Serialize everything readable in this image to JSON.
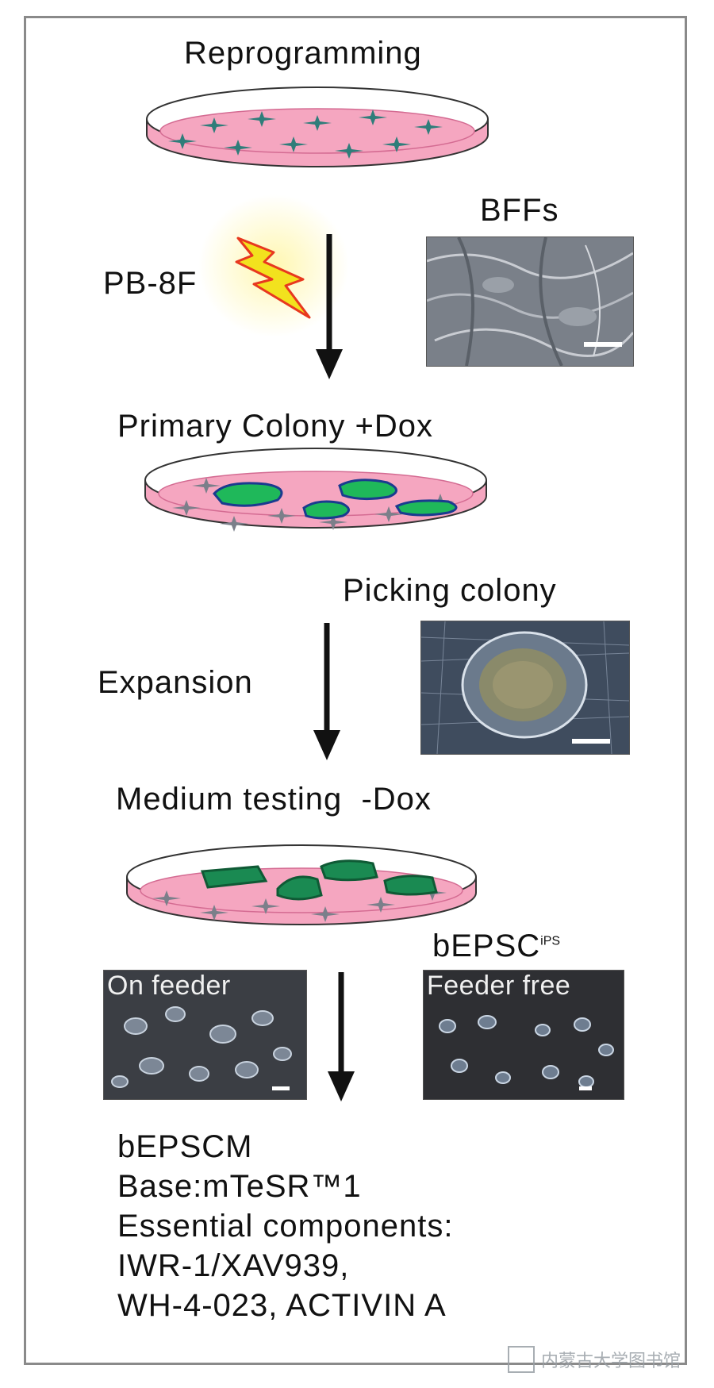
{
  "steps": {
    "reprogramming": "Reprogramming",
    "pb8f": "PB-8F",
    "bffs": "BFFs",
    "primary_colony": "Primary Colony +Dox",
    "picking_colony": "Picking colony",
    "expansion": "Expansion",
    "medium_testing": "Medium testing  -Dox",
    "bepsc_base": "bEPSC",
    "bepsc_sup": "iPS",
    "on_feeder": "On feeder",
    "feeder_free": "Feeder free"
  },
  "medium": {
    "name": "bEPSCM",
    "base": "Base:mTeSR™1",
    "components_title": "Essential components:",
    "components_line1": "IWR-1/XAV939,",
    "components_line2": "WH-4-023, ACTIVIN A"
  },
  "watermark": {
    "text": "内蒙古大学图书馆"
  },
  "colors": {
    "dish_pink": "#f5a6c0",
    "cell_teal": "#2f7d7a",
    "cell_gray": "#7b7f8a",
    "colony_green": "#1fb85a",
    "lightning_yellow": "#f2e21e",
    "lightning_red": "#e8381f"
  }
}
